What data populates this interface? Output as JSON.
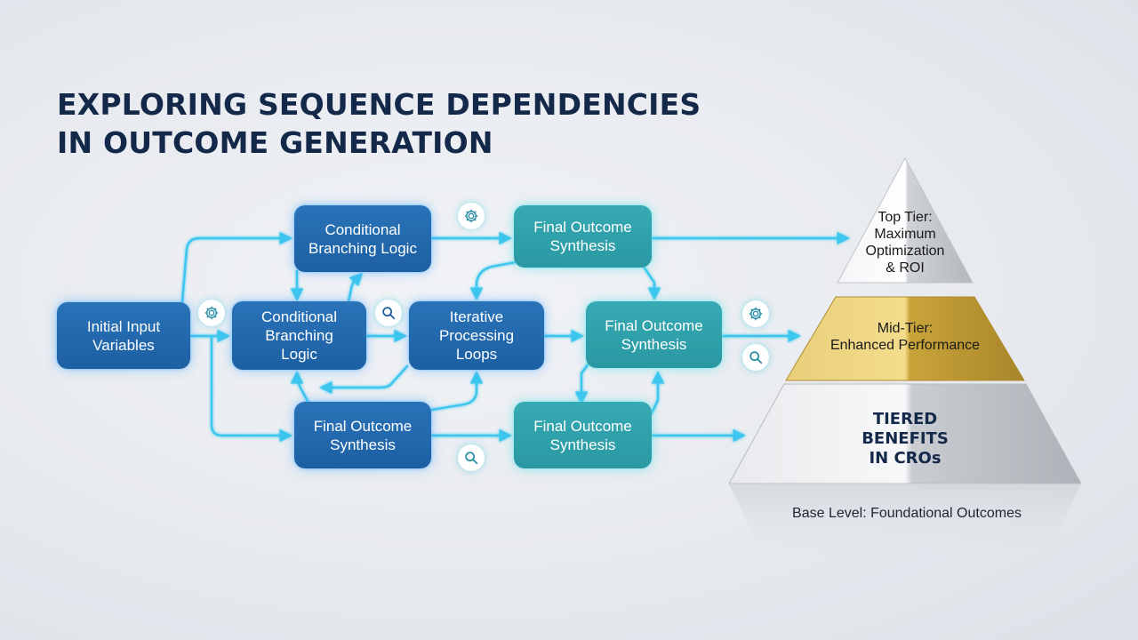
{
  "title": {
    "line1": "EXPLORING SEQUENCE DEPENDENCIES",
    "line2": "IN OUTCOME GENERATION"
  },
  "nodes": {
    "initial": {
      "line1": "Initial Input",
      "line2": "Variables"
    },
    "cond_top": {
      "line1": "Conditional",
      "line2": "Branching Logic"
    },
    "final_top": {
      "line1": "Final Outcome",
      "line2": "Synthesis"
    },
    "cond_mid": {
      "line1": "Conditional",
      "line2": "Branching",
      "line3": "Logic"
    },
    "iterative": {
      "line1": "Iterative",
      "line2": "Processing",
      "line3": "Loops"
    },
    "final_mid": {
      "line1": "Final Outcome",
      "line2": "Synthesis"
    },
    "final_bot_left": {
      "line1": "Final Outcome",
      "line2": "Synthesis"
    },
    "final_bot_right": {
      "line1": "Final Outcome",
      "line2": "Synthesis"
    }
  },
  "badges": [
    "gear-icon",
    "gear-icon",
    "magnifier-icon",
    "magnifier-icon",
    "gear-icon",
    "magnifier-icon"
  ],
  "pyramid": {
    "top": {
      "line1": "Top Tier:",
      "line2": "Maximum",
      "line3": "Optimization",
      "line4": "& ROI"
    },
    "mid": {
      "line1": "Mid-Tier:",
      "line2": "Enhanced Performance"
    },
    "base": {
      "line1": "TIERED",
      "line2": "BENEFITS",
      "line3": "IN CROs"
    },
    "base_label": "Base Level: Foundational Outcomes"
  },
  "colors": {
    "title": "#14284a",
    "node_blue": "#1f63a8",
    "node_teal": "#2f9fa9",
    "connector": "#3cc6ee",
    "tier_gold": "#c9a43a",
    "tier_silver": "#c4c7cc"
  }
}
